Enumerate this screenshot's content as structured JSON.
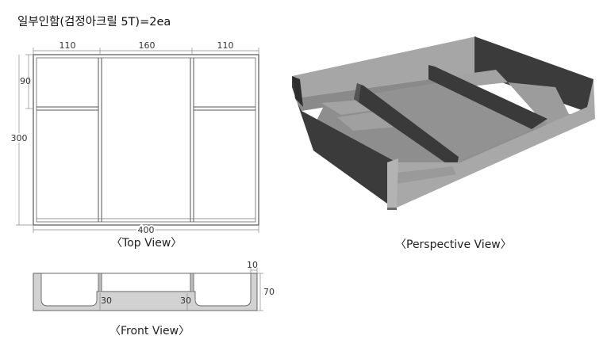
{
  "title": "일부인함(검정아크릴 5T)=2ea",
  "captions": {
    "top_view": "〈Top View〉",
    "perspective_view": "〈Perspective View〉",
    "front_view": "〈Front View〉"
  },
  "top_view_dims": {
    "left_width": "110",
    "middle_width": "160",
    "right_width": "110",
    "small_compartment_depth": "90",
    "overall_depth": "300",
    "overall_width": "400"
  },
  "front_view_dims": {
    "wall_thickness": "10",
    "height": "70",
    "divider_left": "30",
    "divider_right": "30"
  },
  "colors": {
    "acrylic_dark": "#3a3a3a",
    "acrylic_face": "#8c8c8c",
    "acrylic_top": "#a9a9a9",
    "front_fill": "#d2d2d2"
  }
}
